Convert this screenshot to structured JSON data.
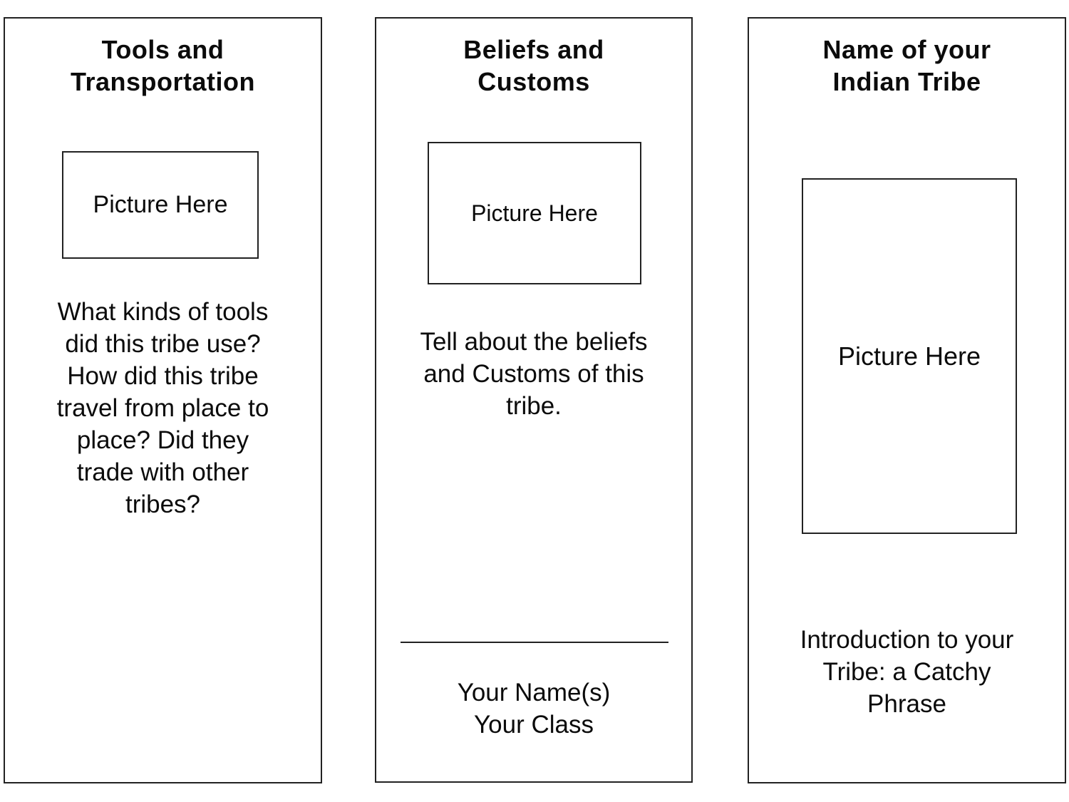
{
  "page": {
    "background_color": "#ffffff",
    "border_color": "#222222",
    "text_color": "#0b0b0b"
  },
  "panels": [
    {
      "id": "tools-transportation",
      "title_lines": [
        "Tools and",
        "Transportation"
      ],
      "picture_placeholder": "Picture Here",
      "body_lines": [
        "What kinds of tools",
        "did this tribe use?",
        "How did this tribe",
        "travel from place to",
        "place? Did they",
        "trade with other",
        "tribes?"
      ]
    },
    {
      "id": "beliefs-customs",
      "title_lines": [
        "Beliefs and",
        "Customs"
      ],
      "picture_placeholder": "Picture Here",
      "body_lines": [
        "Tell about the beliefs",
        "and Customs of this",
        "tribe."
      ],
      "signature_lines": [
        "Your Name(s)",
        "Your Class"
      ]
    },
    {
      "id": "tribe-name",
      "title_lines": [
        "Name of your",
        "Indian Tribe"
      ],
      "picture_placeholder": "Picture Here",
      "body_lines": [
        "Introduction to your",
        "Tribe: a Catchy",
        "Phrase"
      ]
    }
  ]
}
